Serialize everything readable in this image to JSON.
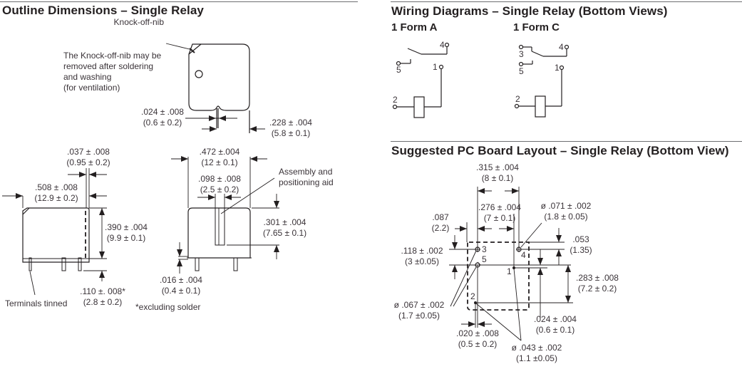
{
  "outline": {
    "title": "Outline Dimensions – Single Relay",
    "nib_label": "Knock-off-nib",
    "nib_note": [
      "The Knock-off-nib may be",
      "removed after soldering",
      "and washing",
      "(for ventilation)"
    ],
    "top_view": {
      "pin_width": [
        ".024 ± .008",
        "(0.6 ± 0.2)"
      ],
      "pin_offset": [
        ".228 ± .004",
        "(5.8 ± 0.1)"
      ]
    },
    "side_view": {
      "inset": [
        ".037 ± .008",
        "(0.95 ± 0.2)"
      ],
      "length": [
        ".508 ± .008",
        "(12.9 ± 0.2)"
      ],
      "height": [
        ".390 ± .004",
        "(9.9 ± 0.1)"
      ],
      "pin_length": [
        ".110 ±. 008*",
        "(2.8 ± 0.2)"
      ],
      "terminals_label": "Terminals tinned"
    },
    "end_view": {
      "width": [
        ".472 ±.004",
        "(12 ± 0.1)"
      ],
      "aid_width": [
        ".098 ± .008",
        "(2.5 ± 0.2)"
      ],
      "aid_label": [
        "Assembly and",
        "positioning aid"
      ],
      "aid_height": [
        ".301 ± .004",
        "(7.65 ± 0.1)"
      ],
      "standoff": [
        ".016 ± .004",
        "(0.4 ± 0.1)"
      ]
    },
    "footnote": "*excluding solder"
  },
  "wiring": {
    "title": "Wiring Diagrams – Single Relay (Bottom Views)",
    "form_a": {
      "label": "1 Form  A",
      "pins": [
        "4",
        "5",
        "1",
        "2"
      ]
    },
    "form_c": {
      "label": "1 Form  C",
      "pins": [
        "3",
        "4",
        "5",
        "1",
        "2"
      ]
    }
  },
  "pcb": {
    "title": "Suggested PC Board Layout – Single Relay (Bottom View)",
    "dims": {
      "outer_span": [
        ".315 ± .004",
        "(8 ± 0.1)"
      ],
      "inner_span": [
        ".276 ± .004",
        "(7 ± 0.1)"
      ],
      "edge_offset": [
        ".087",
        "(2.2)"
      ],
      "hole_large": [
        "ø .071 ± .002",
        "(1.8 ± 0.05)"
      ],
      "pin4_offset": [
        ".053",
        "(1.35)"
      ],
      "pin3_5_spacing": [
        ".118 ± .002",
        "(3 ±0.05)"
      ],
      "pin1_2_spacing": [
        ".283 ± .008",
        "(7.2 ± 0.2)"
      ],
      "hole_medium": [
        "ø .067 ± .002",
        "(1.7 ±0.05)"
      ],
      "pin1_offset": [
        ".024 ± .004",
        "(0.6 ± 0.1)"
      ],
      "pin2_offset": [
        ".020 ± .008",
        "(0.5 ± 0.2)"
      ],
      "hole_small": [
        "ø .043 ± .002",
        "(1.1 ±0.05)"
      ]
    },
    "pins": [
      "3",
      "4",
      "5",
      "1",
      "2"
    ]
  }
}
